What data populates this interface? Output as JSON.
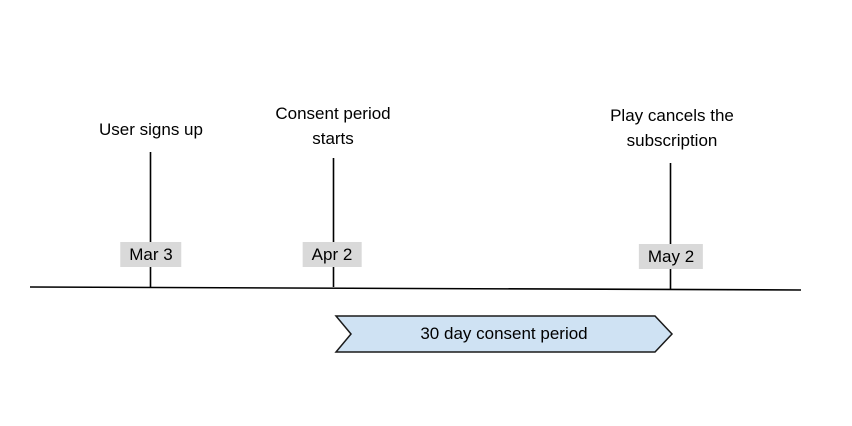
{
  "diagram": {
    "events": [
      {
        "label": "User signs up",
        "date": "Mar 3"
      },
      {
        "label": "Consent period starts",
        "date": "Apr 2"
      },
      {
        "label": "Play cancels the subscription",
        "date": "May 2"
      }
    ],
    "ribbon": {
      "label": "30 day consent period",
      "fill": "#cfe2f3",
      "stroke": "#1a1a1a"
    },
    "colors": {
      "background": "#ffffff",
      "date_chip_bg": "#d9d9d9",
      "line": "#000000",
      "text": "#000000"
    }
  }
}
